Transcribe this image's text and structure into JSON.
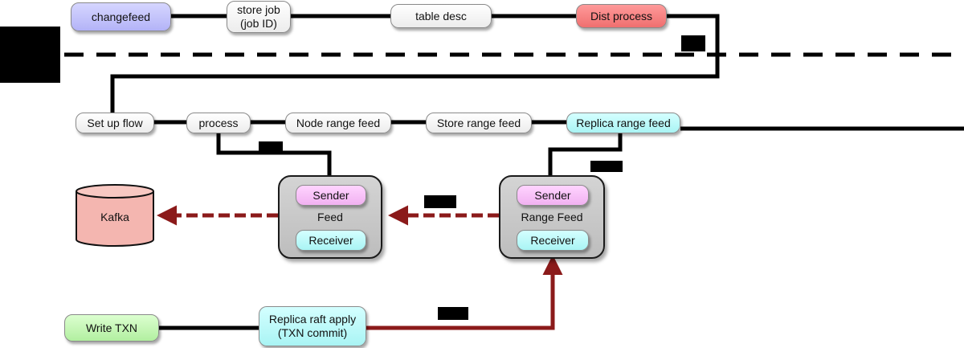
{
  "nodes": {
    "changefeed": "changefeed",
    "store_job": "store job\n(job ID)",
    "table_desc": "table desc",
    "dist_process": "Dist process",
    "set_up_flow": "Set up flow",
    "process": "process",
    "node_range_feed": "Node range feed",
    "store_range_feed": "Store range feed",
    "replica_range_feed": "Replica range feed",
    "kafka": "Kafka",
    "write_txn": "Write TXN",
    "replica_raft_apply": "Replica raft apply\n(TXN commit)"
  },
  "groups": {
    "feed": {
      "label": "Feed",
      "sender": "Sender",
      "receiver": "Receiver"
    },
    "range_feed": {
      "label": "Range Feed",
      "sender": "Sender",
      "receiver": "Receiver"
    }
  },
  "colors": {
    "event_arrow": "#8b1a1a",
    "connector": "#000000",
    "dist_process": "#ef6f6f",
    "changefeed": "#b3b3f7",
    "replica": "#a9f4f4",
    "sender": "#f1b1f1",
    "write_txn": "#b2efa0",
    "kafka": "#f4b6b0"
  }
}
